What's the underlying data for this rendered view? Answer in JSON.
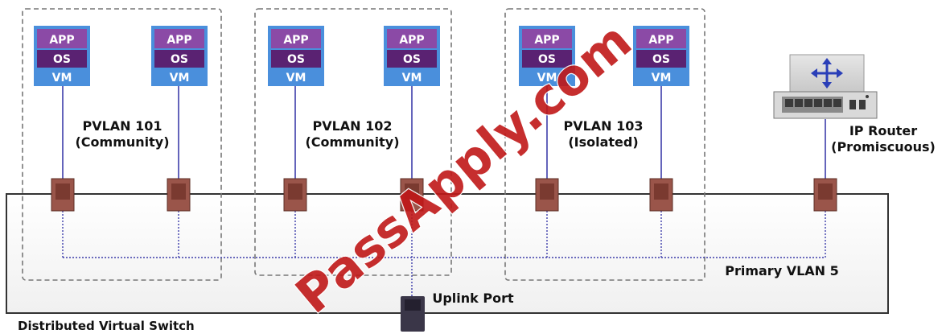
{
  "vm_stack": {
    "app": "APP",
    "os": "OS",
    "vm": "VM"
  },
  "pvlans": [
    {
      "name": "PVLAN 101",
      "type": "(Community)"
    },
    {
      "name": "PVLAN 102",
      "type": "(Community)"
    },
    {
      "name": "PVLAN 103",
      "type": "(Isolated)"
    }
  ],
  "router": {
    "name": "IP Router",
    "mode": "(Promiscuous)"
  },
  "primary_vlan": "Primary VLAN 5",
  "uplink": "Uplink Port",
  "switch": "Distributed Virtual Switch",
  "watermark": "PassApply.com",
  "colors": {
    "vm_blue": "#4a8fdc",
    "app_purple": "#8b4aa6",
    "os_purple": "#5a2272",
    "port_brown": "#9a554a",
    "line_blue": "#3d3daa",
    "watermark_red": "#c01818"
  }
}
